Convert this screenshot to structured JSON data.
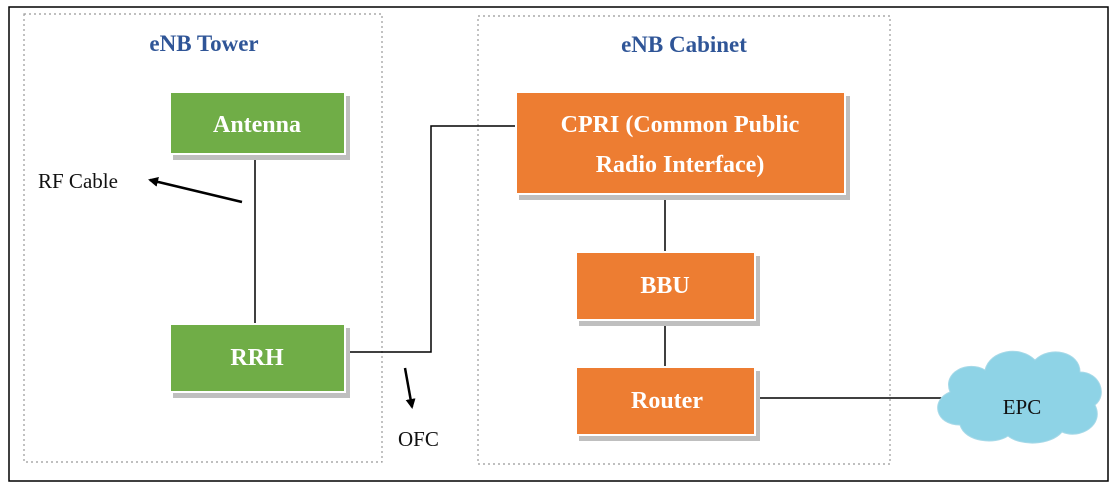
{
  "colors": {
    "green_node": "#70ad47",
    "orange_node": "#ed7d31",
    "title_text": "#2f5597",
    "cloud_fill": "#8ed3e6",
    "line": "#000000",
    "group_border": "#999999"
  },
  "groups": {
    "tower": {
      "title": "eNB Tower"
    },
    "cabinet": {
      "title": "eNB Cabinet"
    }
  },
  "nodes": {
    "antenna": {
      "label": "Antenna"
    },
    "rrh": {
      "label": "RRH"
    },
    "cpri": {
      "label_line1": "CPRI (Common Public",
      "label_line2": "Radio Interface)"
    },
    "bbu": {
      "label": "BBU"
    },
    "router": {
      "label": "Router"
    },
    "epc": {
      "label": "EPC"
    }
  },
  "annotations": {
    "rf_cable": "RF Cable",
    "ofc": "OFC"
  }
}
